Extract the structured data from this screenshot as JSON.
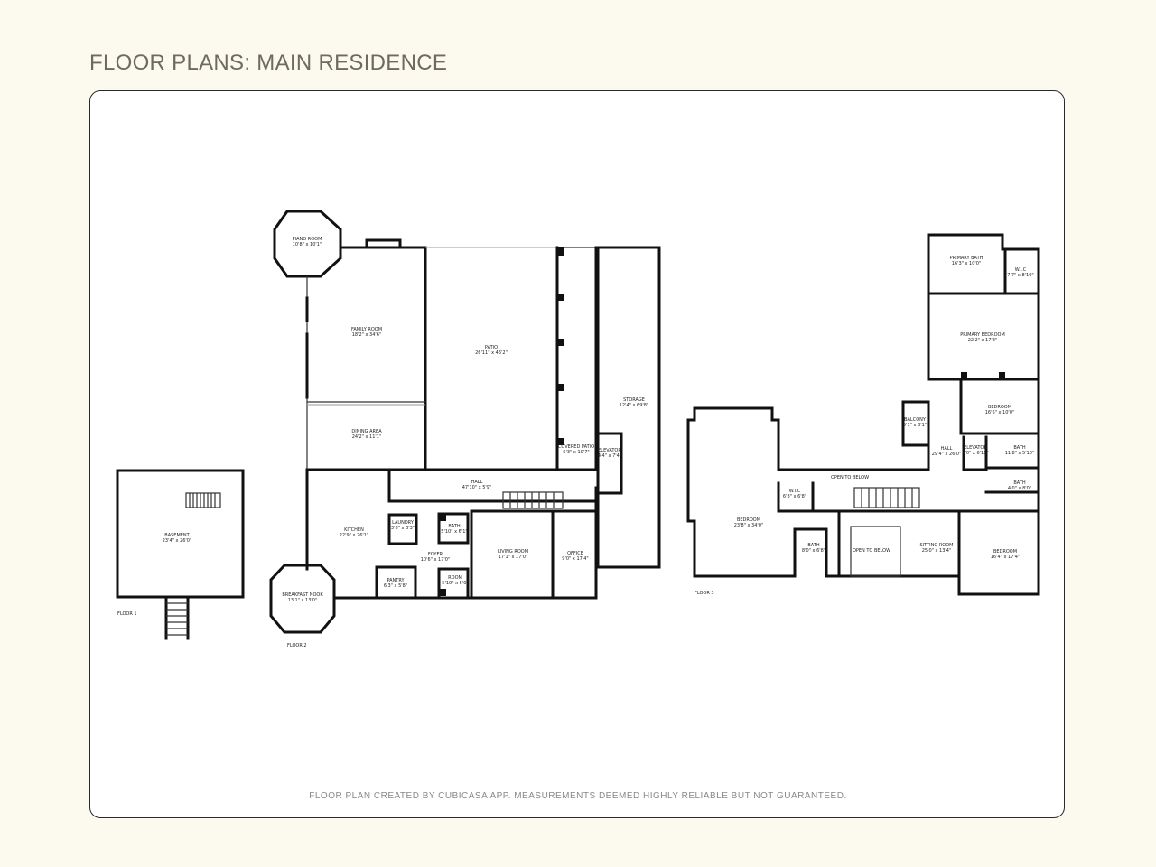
{
  "header": {
    "title": "FLOOR PLANS: MAIN RESIDENCE"
  },
  "floor1": {
    "label": "FLOOR 1",
    "rooms": [
      {
        "name": "BASEMENT",
        "size": "23'4\" x 26'0\""
      }
    ]
  },
  "floor2": {
    "label": "FLOOR 2",
    "rooms": [
      {
        "name": "PIANO ROOM",
        "size": "10'8\" x 10'1\""
      },
      {
        "name": "FAMILY ROOM",
        "size": "18'2\" x 34'6\""
      },
      {
        "name": "PATIO",
        "size": "26'11\" x 46'2\""
      },
      {
        "name": "STORAGE",
        "size": "12'4\" x 69'8\""
      },
      {
        "name": "DINING AREA",
        "size": "24'2\" x 11'1\""
      },
      {
        "name": "COVERED PATIO",
        "size": "6'3\" x 10'7\""
      },
      {
        "name": "ELEVATOR",
        "size": "4'4\" x 7'4\""
      },
      {
        "name": "HALL",
        "size": "47'10\" x 5'9\""
      },
      {
        "name": "KITCHEN",
        "size": "22'9\" x 26'1\""
      },
      {
        "name": "LAUNDRY",
        "size": "3'8\" x 8'3\""
      },
      {
        "name": "BATH",
        "size": "5'10\" x 6'1\""
      },
      {
        "name": "FOYER",
        "size": "10'6\" x 17'0\""
      },
      {
        "name": "LIVING ROOM",
        "size": "17'1\" x 17'0\""
      },
      {
        "name": "OFFICE",
        "size": "9'0\" x 17'4\""
      },
      {
        "name": "ROOM",
        "size": "5'10\" x 5'0\""
      },
      {
        "name": "PANTRY",
        "size": "6'3\" x 5'8\""
      },
      {
        "name": "BREAKFAST NOOK",
        "size": "13'1\" x 13'0\""
      }
    ]
  },
  "floor3": {
    "label": "FLOOR 3",
    "rooms": [
      {
        "name": "PRIMARY BATH",
        "size": "16'3\" x 10'0\""
      },
      {
        "name": "W.I.C",
        "size": "7'7\" x 8'10\""
      },
      {
        "name": "PRIMARY BEDROOM",
        "size": "22'2\" x 17'8\""
      },
      {
        "name": "BEDROOM",
        "size": "16'6\" x 10'0\""
      },
      {
        "name": "BALCONY",
        "size": "5'1\" x 8'1\""
      },
      {
        "name": "HALL",
        "size": "29'4\" x 26'0\""
      },
      {
        "name": "ELEVATOR",
        "size": "4'0\" x 6'10\""
      },
      {
        "name": "BATH",
        "size": "11'8\" x 5'10\""
      },
      {
        "name": "OPEN TO BELOW",
        "size": ""
      },
      {
        "name": "BATH",
        "size": "4'0\" x 8'0\""
      },
      {
        "name": "W.I.C",
        "size": "6'8\" x 6'8\""
      },
      {
        "name": "BEDROOM",
        "size": "23'8\" x 34'0\""
      },
      {
        "name": "BATH",
        "size": "8'0\" x 6'8\""
      },
      {
        "name": "OPEN TO BELOW",
        "size": ""
      },
      {
        "name": "SITTING ROOM",
        "size": "25'0\" x 13'4\""
      },
      {
        "name": "BEDROOM",
        "size": "16'4\" x 17'4\""
      }
    ]
  },
  "footer": {
    "disclaimer": "FLOOR PLAN CREATED BY CUBICASA APP. MEASUREMENTS DEEMED HIGHLY RELIABLE BUT NOT GUARANTEED."
  },
  "colors": {
    "page_bg": "#fcf9ee",
    "card_bg": "#ffffff",
    "title": "#6f6a5e",
    "walls": "#111111",
    "disclaimer": "#888888"
  }
}
